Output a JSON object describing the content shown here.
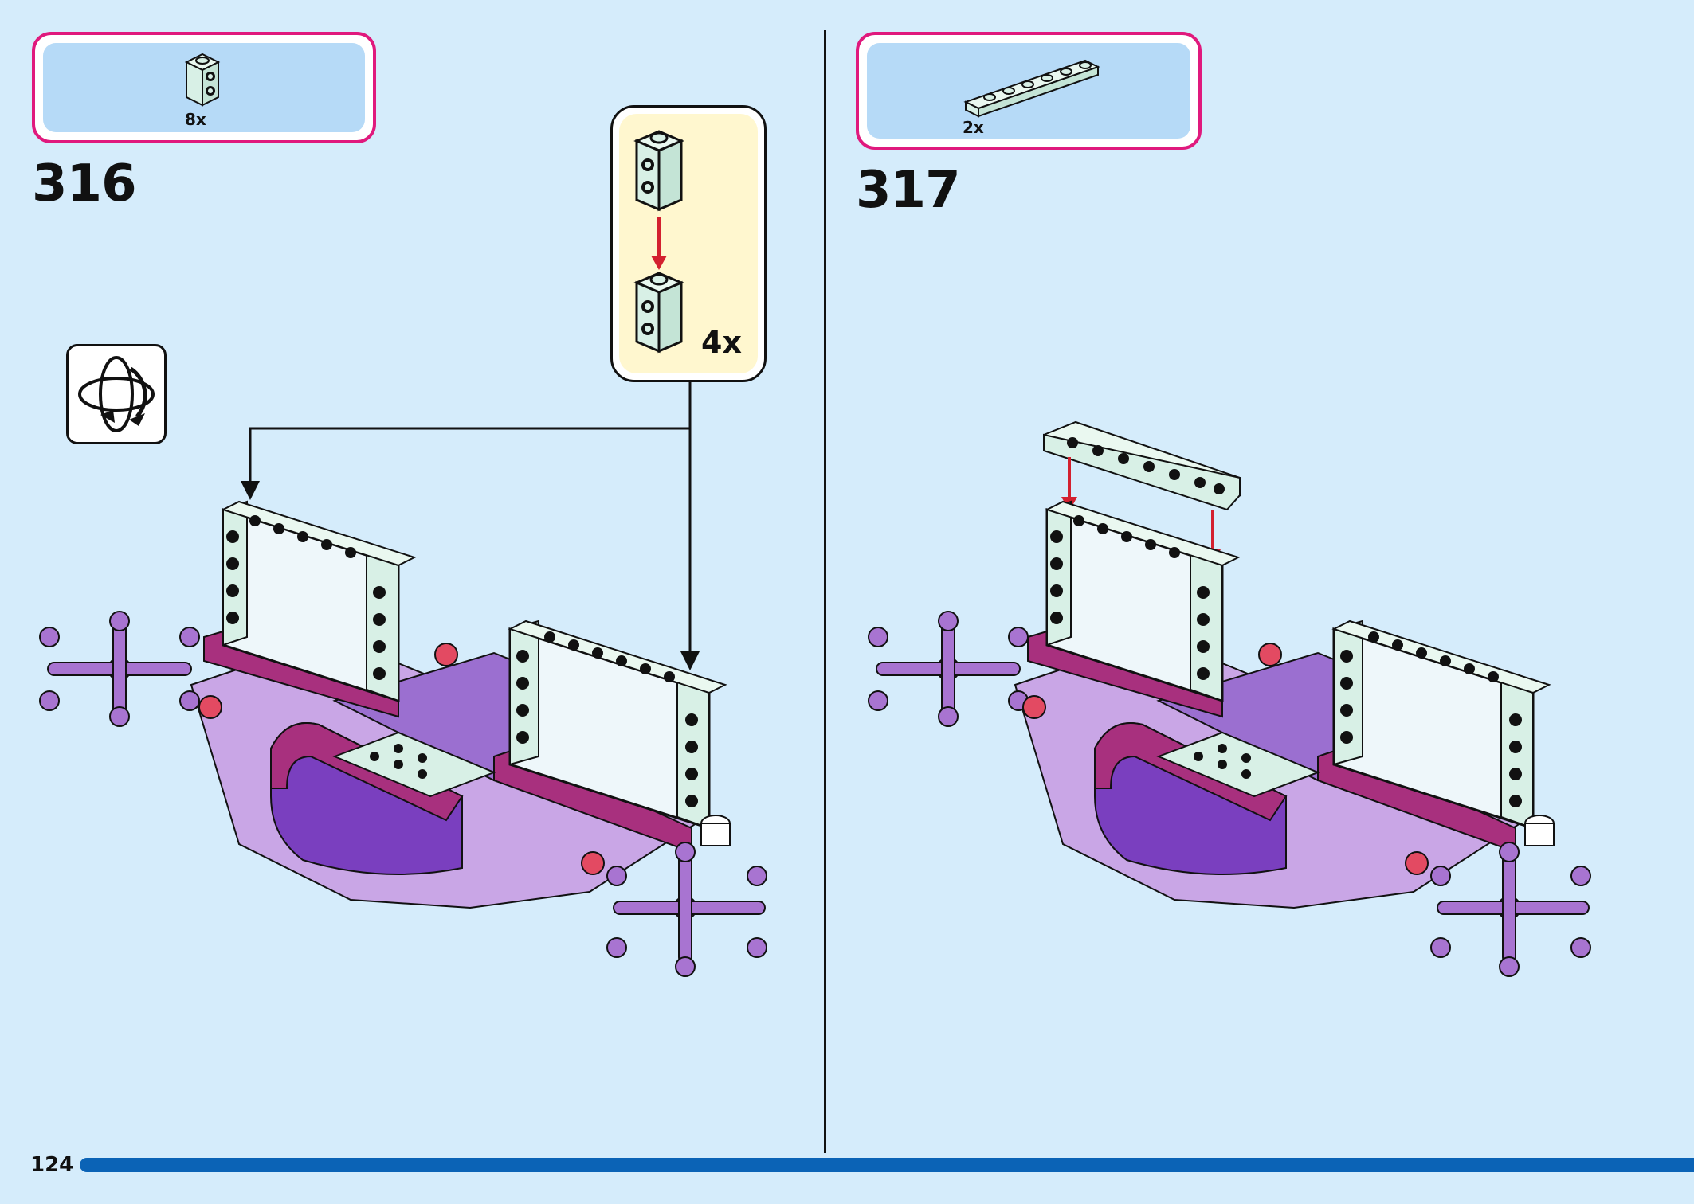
{
  "page_number": "124",
  "steps": [
    {
      "number": "316",
      "parts_qty": "8x",
      "callout_qty": "4x"
    },
    {
      "number": "317",
      "parts_qty": "2x"
    }
  ],
  "colors": {
    "background": "#d5ecfb",
    "parts_box_border": "#e0197d",
    "parts_box_fill": "#b6daf7",
    "callout_fill": "#fff7cf",
    "brick_mint": "#d8f0e6",
    "lavender": "#c9a6e6",
    "magenta": "#a8307e",
    "purple": "#9b6fd0",
    "progress_bar": "#0b63b6",
    "arrow_red": "#d3202f"
  },
  "icons": [
    "rotate-model-icon",
    "brick-1x1-icon",
    "plate-1x6-icon"
  ],
  "progress": 1.0
}
